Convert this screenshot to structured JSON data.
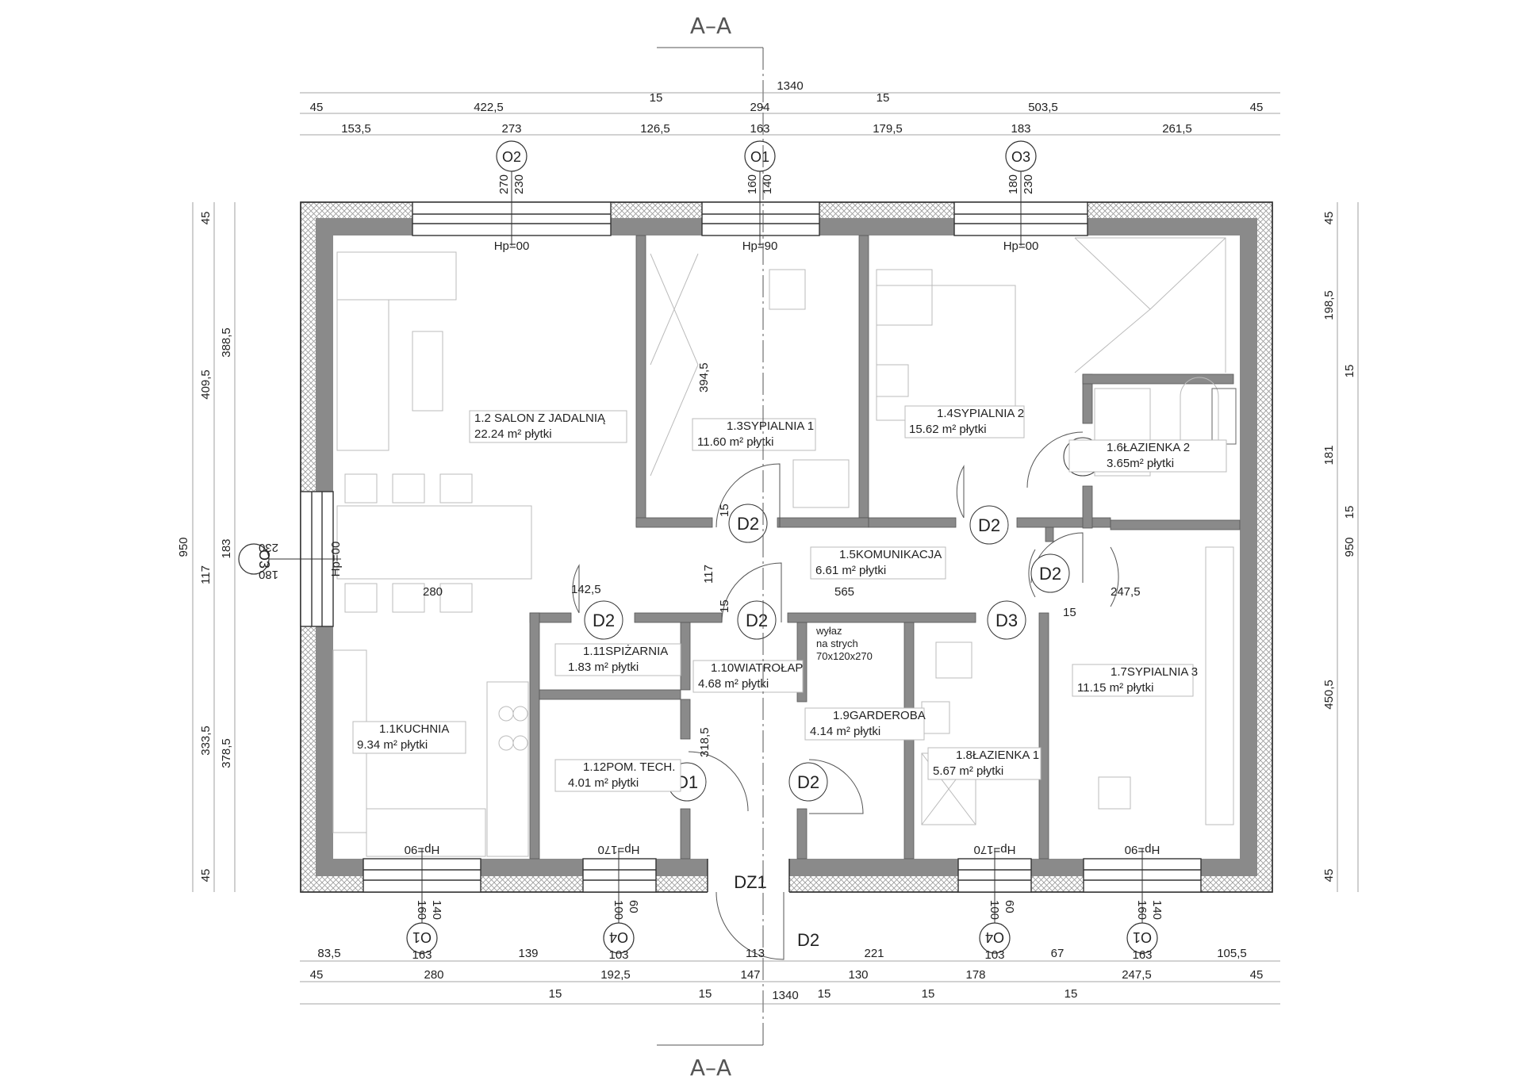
{
  "section_marks": {
    "top": "A–A",
    "bottom": "A–A"
  },
  "dims_top": {
    "overall": "1340",
    "row1": [
      "45",
      "422,5",
      "15",
      "294",
      "15",
      "503,5",
      "45"
    ],
    "row2": [
      "153,5",
      "273",
      "126,5",
      "163",
      "179,5",
      "183",
      "261,5"
    ]
  },
  "dims_bottom": {
    "row1": [
      "83,5",
      "139",
      "113",
      "221",
      "67",
      "105,5"
    ],
    "widths": [
      "163",
      "103",
      "103",
      "163"
    ],
    "row2": [
      "45",
      "280",
      "192,5",
      "147",
      "130",
      "178",
      "247,5",
      "45"
    ],
    "walls": [
      "15",
      "15",
      "15",
      "15",
      "15"
    ],
    "overall": "1340"
  },
  "dims_left": {
    "overall": "950",
    "outer": [
      "45",
      "409,5",
      "117",
      "333,5",
      "45"
    ],
    "inner": [
      "388,5",
      "183",
      "378,5"
    ]
  },
  "dims_right": {
    "overall": "950",
    "outer": [
      "45",
      "198,5",
      "15",
      "181",
      "15",
      "450,5",
      "45"
    ]
  },
  "windows": [
    {
      "label": "O2",
      "w": "270",
      "h": "230",
      "hp": "Hp=00"
    },
    {
      "label": "O1",
      "w": "160",
      "h": "140",
      "hp": "Hp=90"
    },
    {
      "label": "O3",
      "w": "180",
      "h": "230",
      "hp": "Hp=00"
    },
    {
      "label": "O3",
      "w": "180",
      "h": "230",
      "hp": "Hp=00"
    },
    {
      "label": "O1",
      "w": "160",
      "h": "140",
      "hp": "Hp=90"
    },
    {
      "label": "O4",
      "w": "100",
      "h": "60",
      "hp": "Hp=170"
    },
    {
      "label": "O4",
      "w": "100",
      "h": "60",
      "hp": "Hp=170"
    },
    {
      "label": "O1",
      "w": "160",
      "h": "140",
      "hp": "Hp=90"
    }
  ],
  "rooms": [
    {
      "name": "1.1KUCHNIA",
      "area": "9.34 m² płytki"
    },
    {
      "name": "1.2 SALON Z JADALNIĄ",
      "area": "22.24 m² płytki"
    },
    {
      "name": "1.3SYPIALNIA 1",
      "area": "11.60 m² płytki"
    },
    {
      "name": "1.4SYPIALNIA 2",
      "area": "15.62 m² płytki"
    },
    {
      "name": "1.5KOMUNIKACJA",
      "area": "6.61 m² płytki"
    },
    {
      "name": "1.6ŁAZIENKA 2",
      "area": "3.65m² płytki"
    },
    {
      "name": "1.7SYPIALNIA 3",
      "area": "11.15 m² płytki"
    },
    {
      "name": "1.8ŁAZIENKA 1",
      "area": "5.67 m² płytki"
    },
    {
      "name": "1.9GARDEROBA",
      "area": "4.14 m² płytki"
    },
    {
      "name": "1.10WIATROŁAP",
      "area": "4.68 m² płytki"
    },
    {
      "name": "1.11SPIŻARNIA",
      "area": "1.83 m² płytki"
    },
    {
      "name": "1.12POM. TECH.",
      "area": "4.01 m² płytki"
    }
  ],
  "doors": [
    "D2",
    "D2",
    "D3",
    "D2",
    "D2",
    "D2",
    "D3",
    "D2",
    "D1",
    "D2",
    "DZ1"
  ],
  "inner_dims": [
    "394,5",
    "15",
    "117",
    "280",
    "142,5",
    "15",
    "565",
    "247,5",
    "15",
    "318,5"
  ],
  "attic_note": [
    "wyłaz",
    "na strych",
    "70x120x270"
  ]
}
